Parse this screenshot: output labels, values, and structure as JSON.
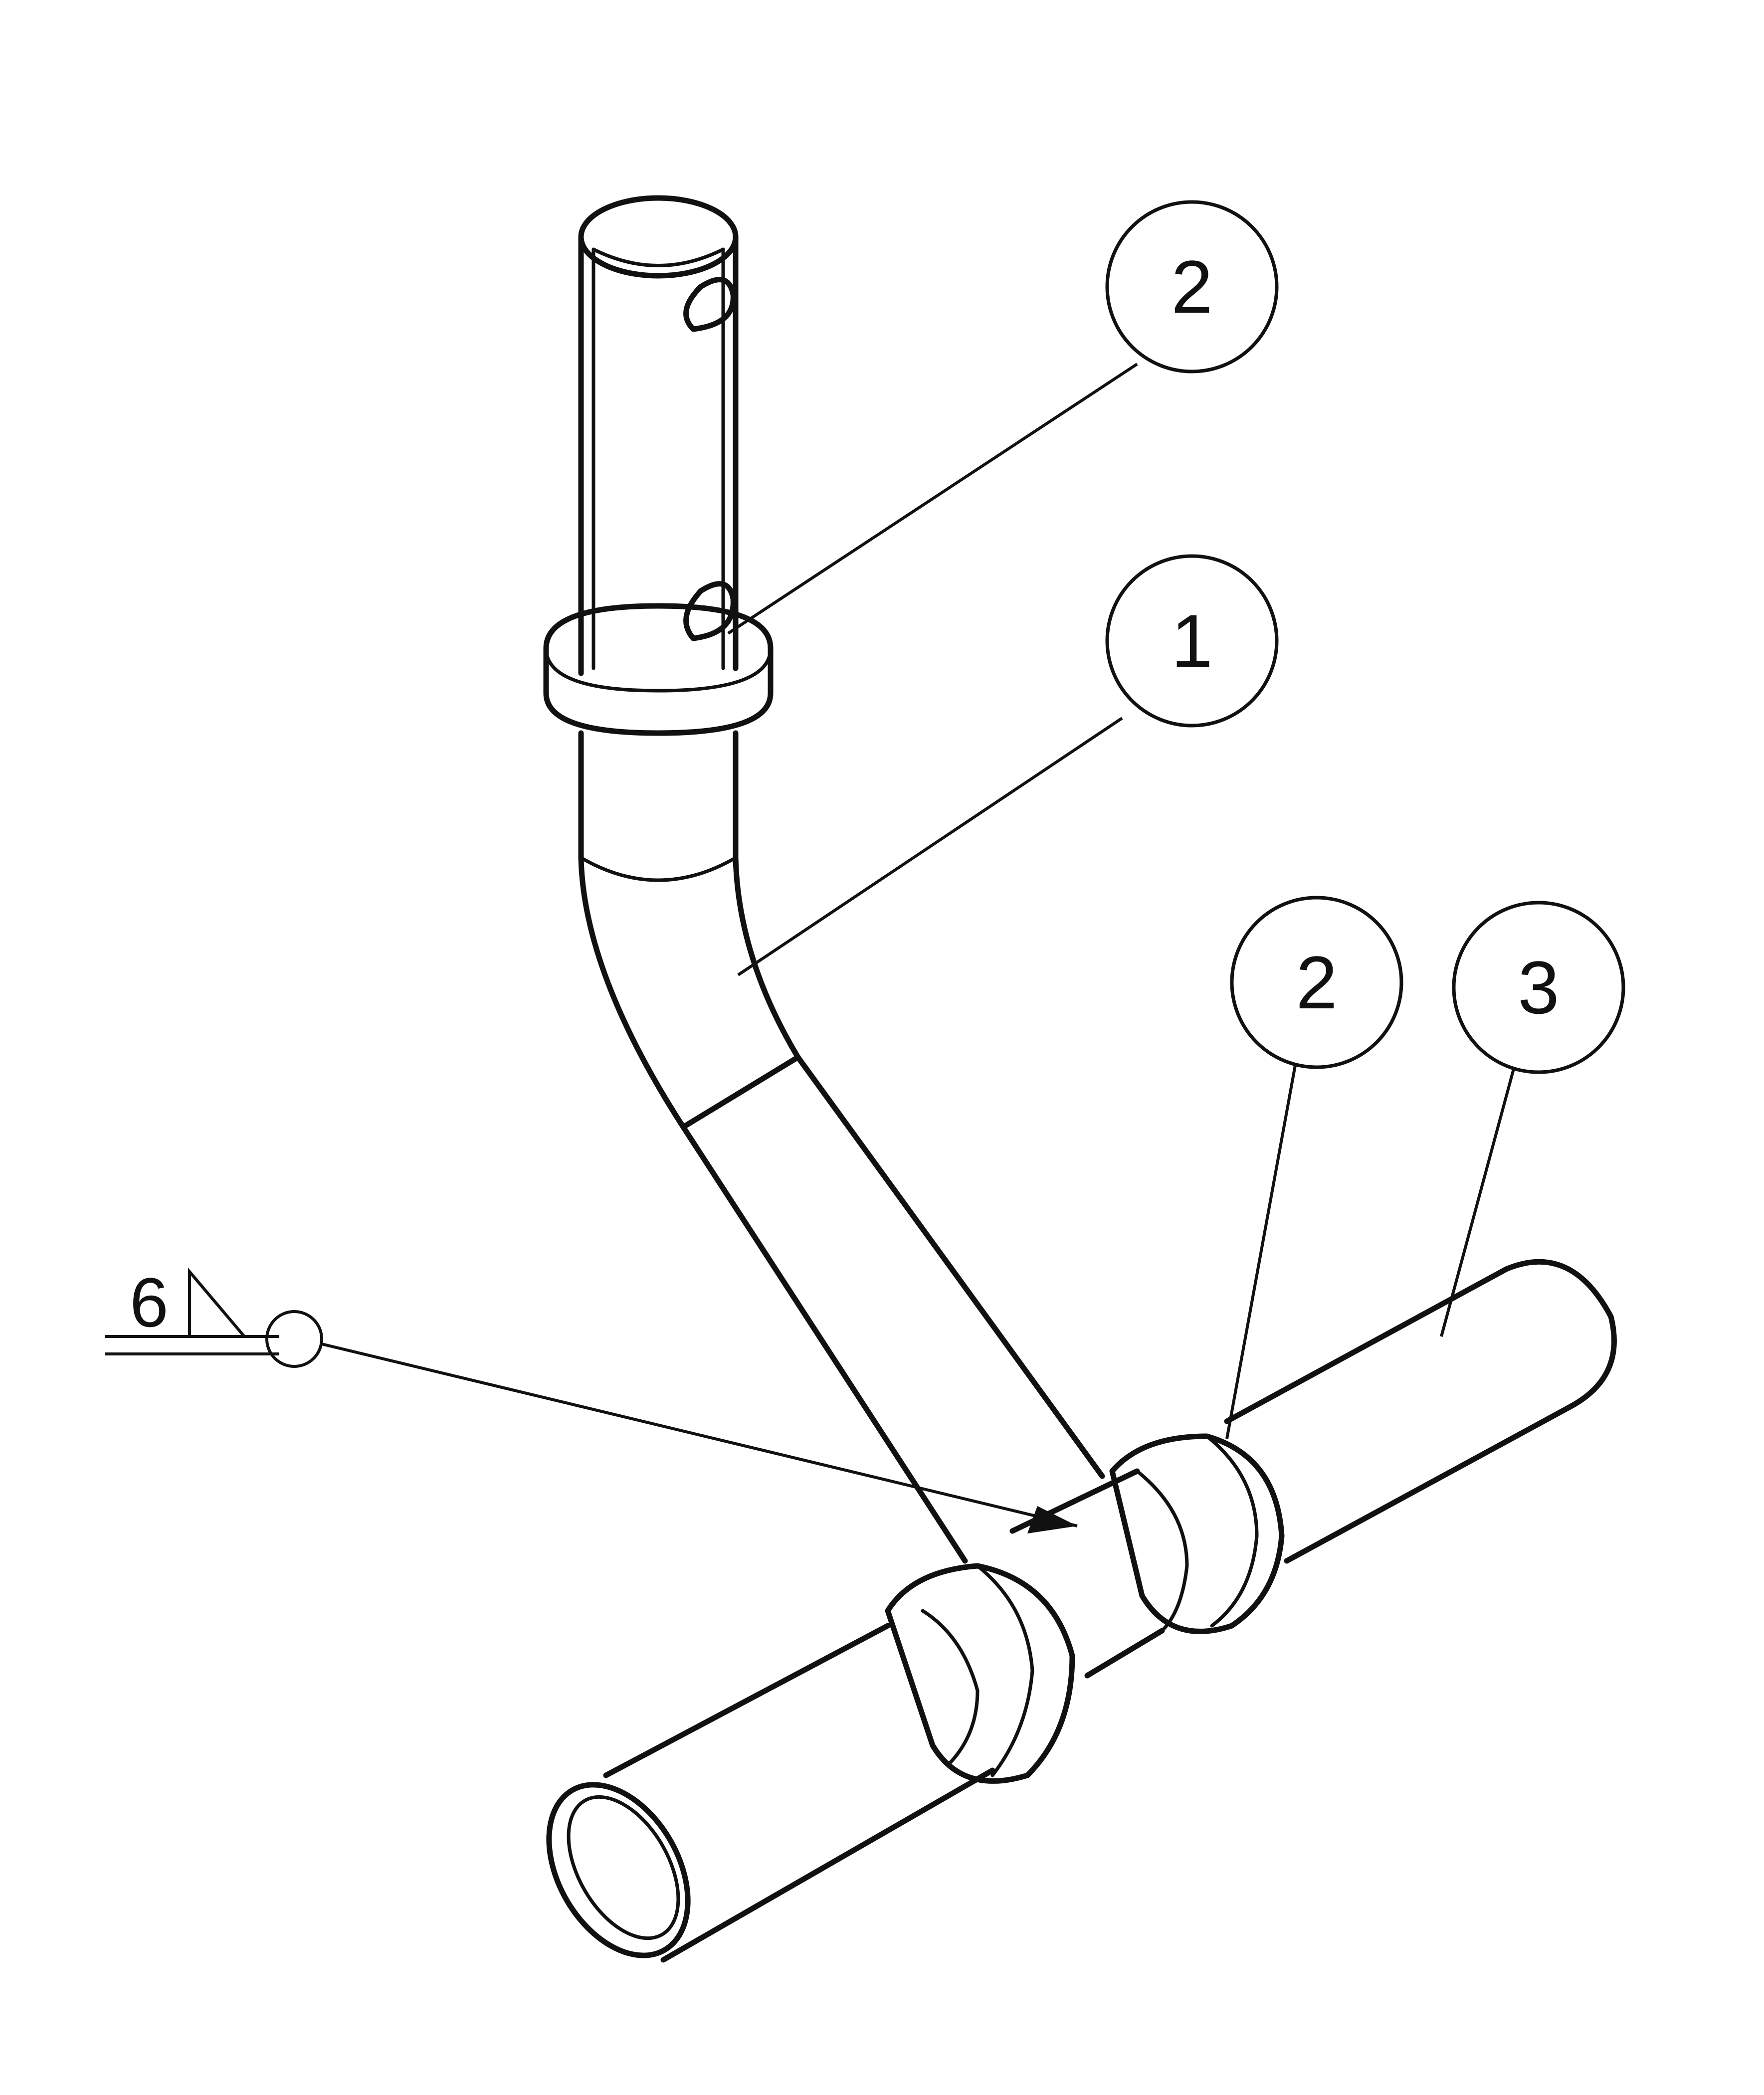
{
  "balloons": [
    {
      "id": "balloon-top",
      "label": "2"
    },
    {
      "id": "balloon-bend",
      "label": "1"
    },
    {
      "id": "balloon-collar-right",
      "label": "2"
    },
    {
      "id": "balloon-shaft",
      "label": "3"
    }
  ],
  "weld_symbol": {
    "size": "6",
    "type": "fillet-weld",
    "all_around": true
  },
  "colors": {
    "line": "#111111",
    "background": "#ffffff"
  }
}
